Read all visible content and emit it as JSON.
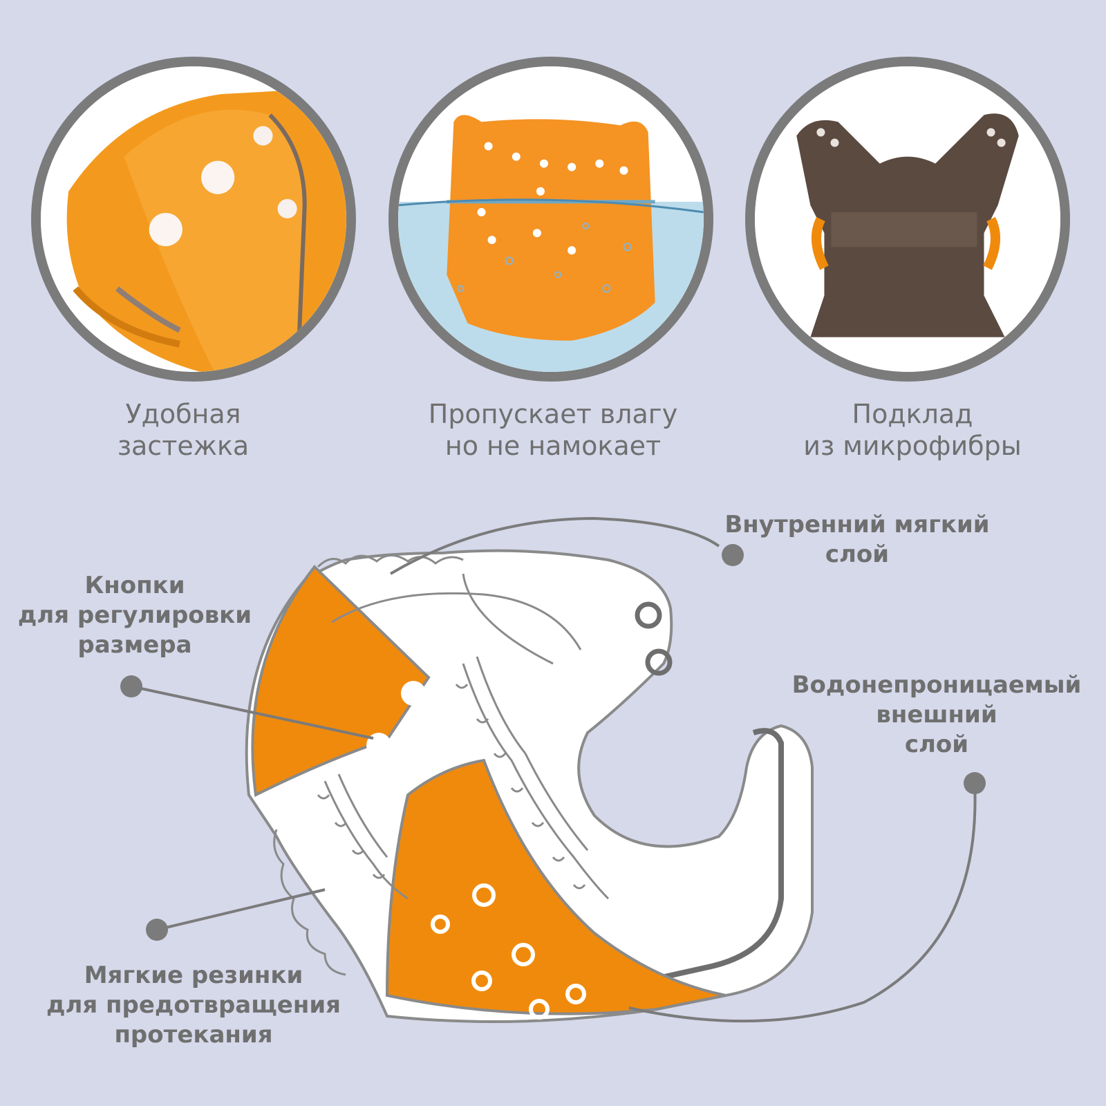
{
  "colors": {
    "background": "#d5d9ea",
    "accent_orange": "#f08a0c",
    "ring_grey": "#7b7b7b",
    "text_grey": "#6f6f6f",
    "liner_brown": "#5b4a40",
    "water_blue": "#bcdceb"
  },
  "features": [
    {
      "icon": "snap-closure-photo",
      "line1": "Удобная",
      "line2": "застежка"
    },
    {
      "icon": "water-resistant-photo",
      "line1": "Пропускает влагу",
      "line2": "но не намокает"
    },
    {
      "icon": "microfiber-lining-photo",
      "line1": "Подклад",
      "line2": "из микрофибры"
    }
  ],
  "callouts": {
    "inner_layer": {
      "line1": "Внутренний мягкий",
      "line2": "слой"
    },
    "snaps": {
      "line1": "Кнопки",
      "line2": "для регулировки",
      "line3": "размера"
    },
    "outer_layer": {
      "line1": "Водонепроницаемый",
      "line2": "внешний",
      "line3": "слой"
    },
    "elastics": {
      "line1": "Мягкие резинки",
      "line2": "для предотвращения",
      "line3": "протекания"
    }
  }
}
